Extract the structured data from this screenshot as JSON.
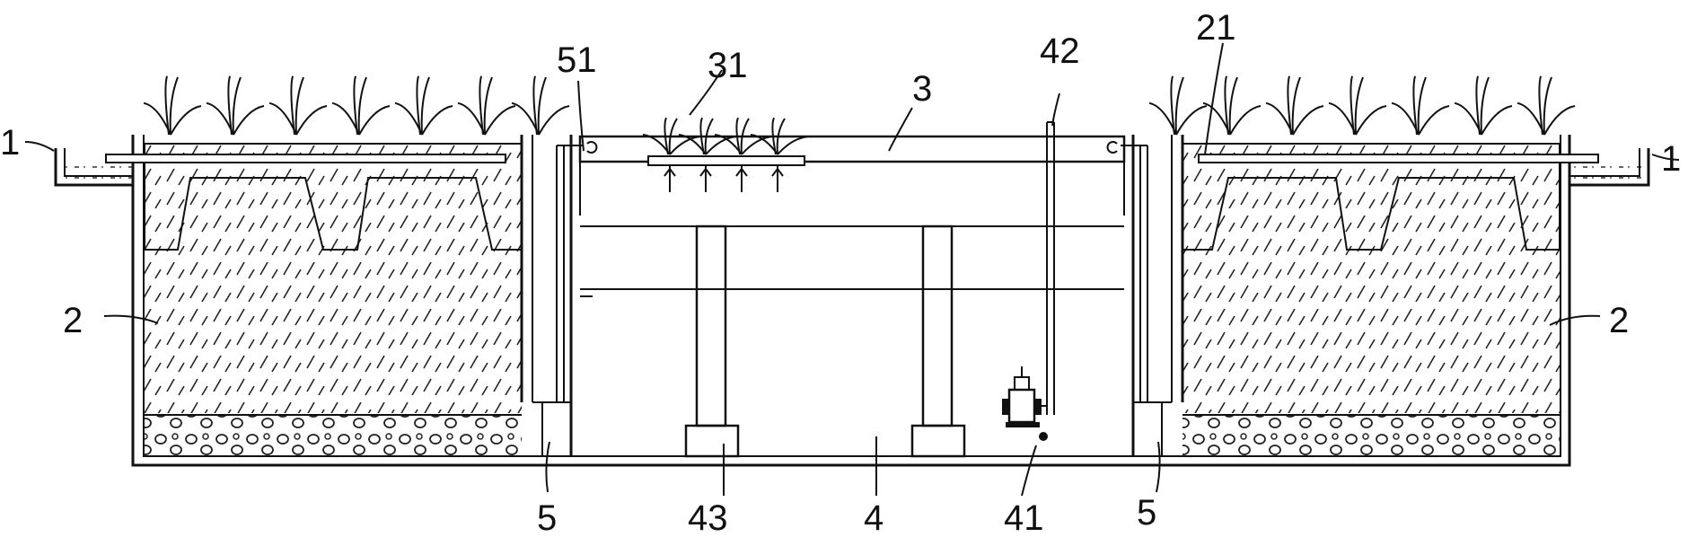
{
  "labels": {
    "l1_left": "1",
    "l1_right": "1",
    "l2_left": "2",
    "l2_right": "2",
    "l3": "3",
    "l4": "4",
    "l5_left": "5",
    "l5_right": "5",
    "l21": "21",
    "l31": "31",
    "l41": "41",
    "l42": "42",
    "l43": "43",
    "l51": "51"
  },
  "colors": {
    "line": "#111111",
    "background": "#ffffff"
  }
}
